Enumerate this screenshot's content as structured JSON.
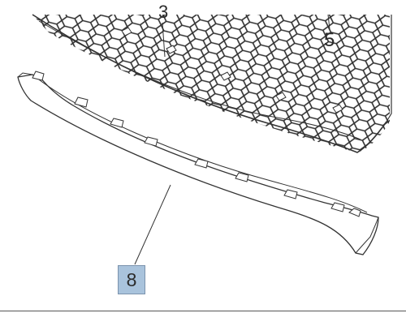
{
  "diagram": {
    "callouts": {
      "partial_top": "3",
      "item_5": "5",
      "item_8": "8"
    },
    "colors": {
      "line": "#333333",
      "highlight_box": "#a9c3dc",
      "background": "#ffffff"
    },
    "parts": [
      {
        "name": "grille-mesh",
        "callout": "5"
      },
      {
        "name": "lower-trim-strip",
        "callout": "8"
      }
    ]
  }
}
